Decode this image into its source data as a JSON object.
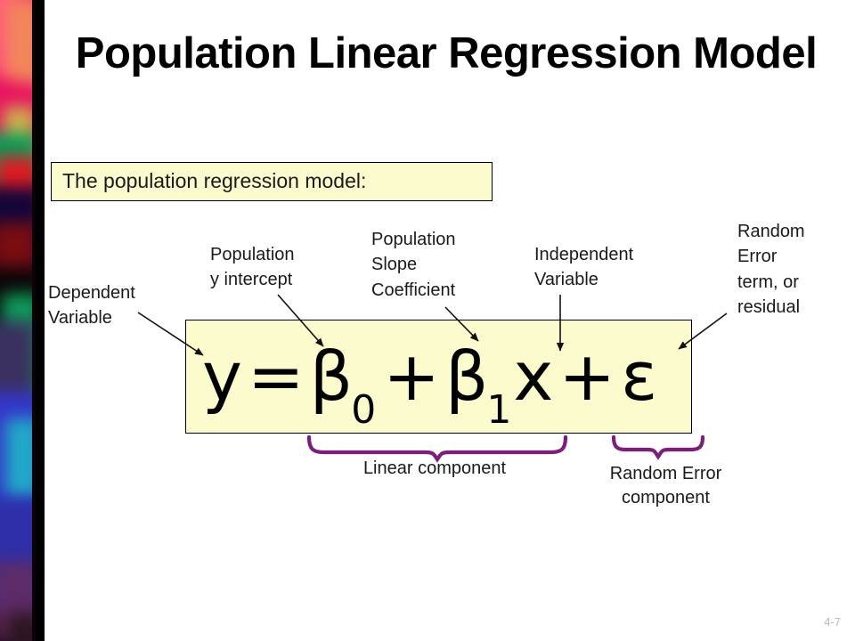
{
  "slide": {
    "title": "Population Linear Regression Model",
    "page_number": "4-7",
    "background_color": "#ffffff",
    "box_fill_color": "#fcfbcd",
    "brace_color": "#7b1f7a",
    "text_color": "#1a1a1a"
  },
  "header_box": {
    "text": "The population regression model:"
  },
  "equation": {
    "full_text": "y = β0 + β1x + ε",
    "lhs": "y",
    "equals": "=",
    "intercept_symbol": "β",
    "intercept_subscript": "0",
    "plus_1": "+",
    "slope_symbol": "β",
    "slope_subscript": "1",
    "independent_symbol": "x",
    "plus_2": "+",
    "error_symbol": "ε"
  },
  "callouts": [
    {
      "id": "dependent",
      "text": "Dependent\nVariable"
    },
    {
      "id": "intercept",
      "text": "Population\ny  intercept"
    },
    {
      "id": "slope",
      "text": "Population\nSlope\nCoefficient"
    },
    {
      "id": "independent",
      "text": "Independent\nVariable"
    },
    {
      "id": "error",
      "text": "Random\nError\nterm, or\nresidual"
    }
  ],
  "braces": [
    {
      "id": "linear",
      "caption": "Linear component"
    },
    {
      "id": "random",
      "caption": "Random Error\ncomponent"
    }
  ]
}
